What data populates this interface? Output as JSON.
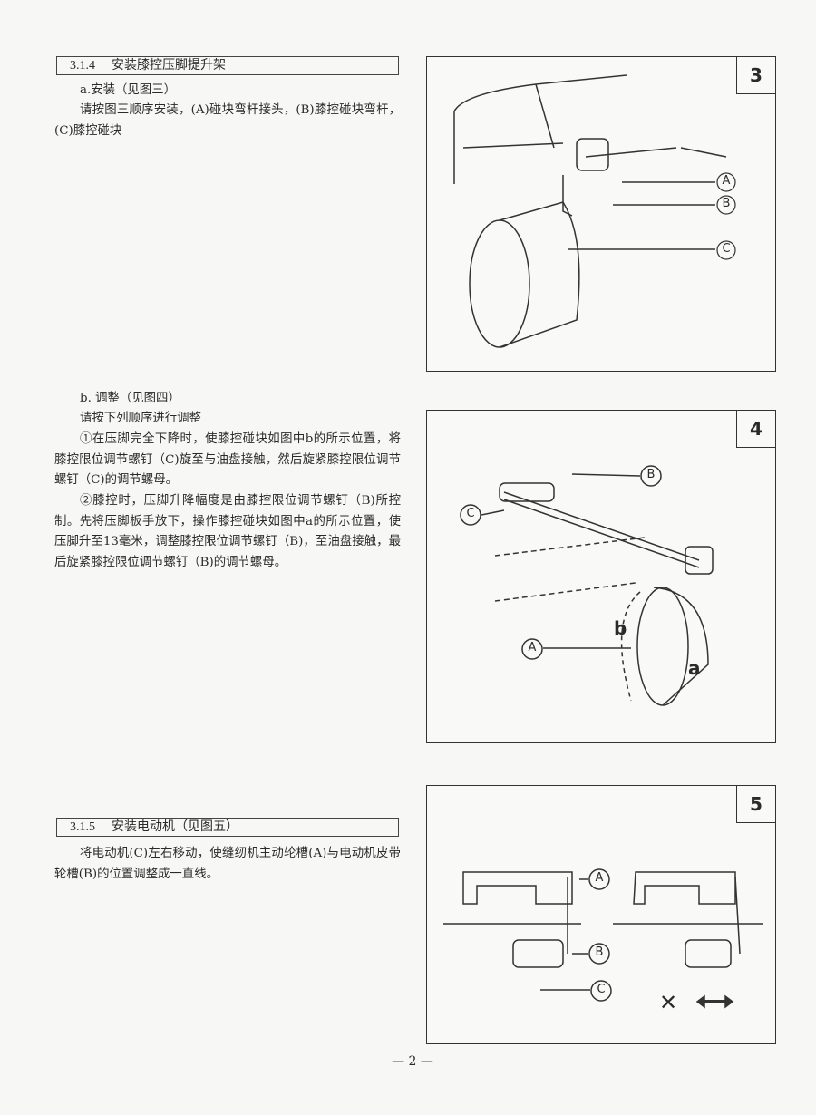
{
  "section_314": {
    "number": "3.1.4",
    "title": "安装膝控压脚提升架"
  },
  "install": {
    "heading": "a.安装（见图三）",
    "body": "请按图三顺序安装，(A)碰块弯杆接头，(B)膝控碰块弯杆，(C)膝控碰块"
  },
  "adjust": {
    "heading": "b. 调整（见图四）",
    "intro": "请按下列顺序进行调整",
    "step1": "①在压脚完全下降时，使膝控碰块如图中b的所示位置，将膝控限位调节螺钉（C)旋至与油盘接触，然后旋紧膝控限位调节螺钉（C)的调节螺母。",
    "step2": "②膝控时，压脚升降幅度是由膝控限位调节螺钉（B)所控制。先将压脚板手放下，操作膝控碰块如图中a的所示位置，使压脚升至13毫米，调整膝控限位调节螺钉（B)，至油盘接触，最后旋紧膝控限位调节螺钉（B)的调节螺母。"
  },
  "section_315": {
    "number": "3.1.5",
    "title": "安装电动机（见图五）",
    "body": "将电动机(C)左右移动，使缝纫机主动轮槽(A)与电动机皮带轮槽(B)的位置调整成一直线。"
  },
  "figures": [
    {
      "number": "3",
      "callouts": [
        "A",
        "B",
        "C"
      ]
    },
    {
      "number": "4",
      "callouts": [
        "B",
        "C",
        "A"
      ],
      "marks": [
        "b",
        "a"
      ]
    },
    {
      "number": "5",
      "callouts": [
        "A",
        "B",
        "C"
      ],
      "wrong_mark": "✕",
      "arrow_icon": "double-arrow"
    }
  ],
  "page_number": "— 2 —"
}
